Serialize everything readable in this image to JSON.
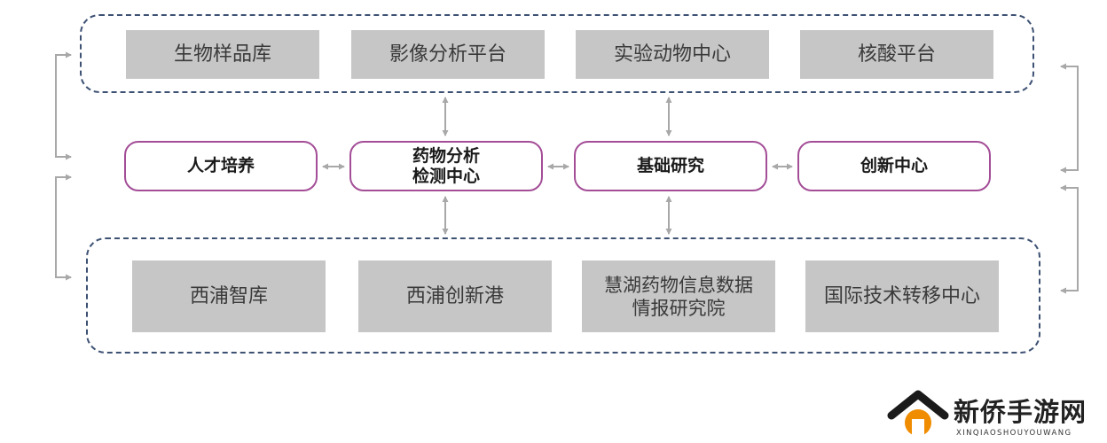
{
  "top_platforms": [
    "生物样品库",
    "影像分析平台",
    "实验动物中心",
    "核酸平台"
  ],
  "core_modules": [
    "人才培养",
    "药物分析\n检测中心",
    "基础研究",
    "创新中心"
  ],
  "bottom_platforms": [
    "西浦智库",
    "西浦创新港",
    "慧湖药物信息数据\n情报研究院",
    "国际技术转移中心"
  ],
  "watermark": {
    "name": "新侨手游网",
    "subtitle": "XINQIAOSHOUYOUWANG"
  },
  "colors": {
    "dashed_border": "#3d5173",
    "platform_fill": "#c6c6c6",
    "core_border": "#a34d97",
    "connector": "#a8a8a8",
    "logo_orange": "#f08c00"
  }
}
